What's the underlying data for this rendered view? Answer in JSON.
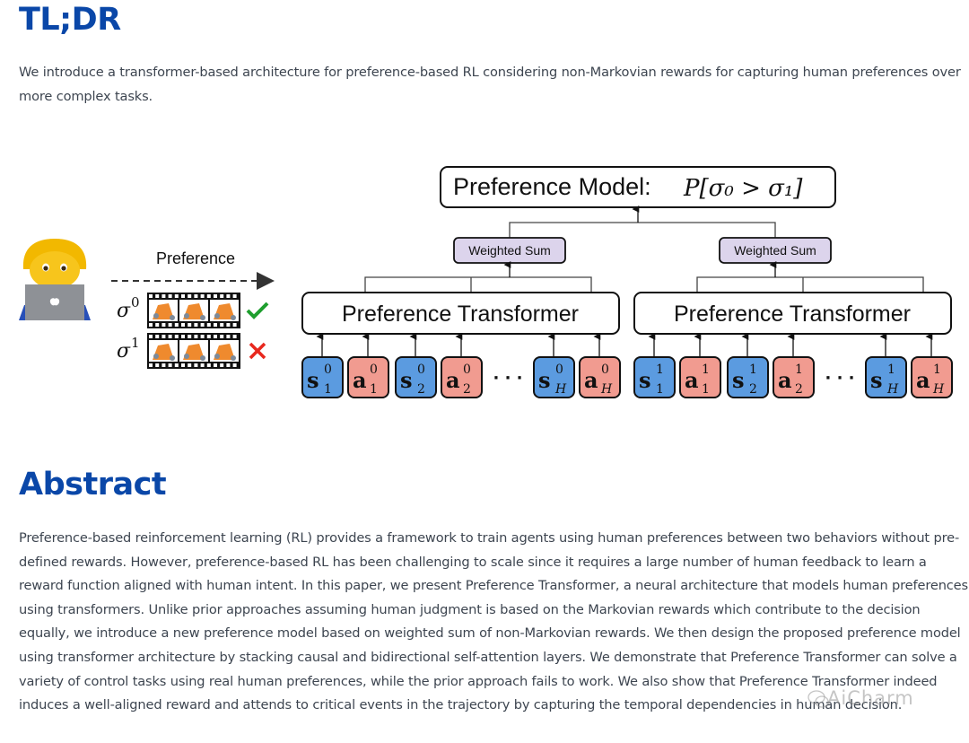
{
  "tldr": {
    "title": "TL;DR",
    "text": "We introduce a transformer-based architecture for preference-based RL considering non-Markovian rewards for capturing human preferences over more complex tasks."
  },
  "figure": {
    "human_icon": "woman-technologist-icon",
    "preference_label": "Preference",
    "trajectories": [
      {
        "label": "σ",
        "sup": "0",
        "verdict": "preferred",
        "verdict_icon": "check-icon",
        "verdict_color": "#1e9e2e"
      },
      {
        "label": "σ",
        "sup": "1",
        "verdict": "rejected",
        "verdict_icon": "cross-icon",
        "verdict_color": "#e8281e"
      }
    ],
    "preference_model": {
      "text": "Preference Model:",
      "formula": "P[σ₀ > σ₁]"
    },
    "weighted_sum_label": "Weighted Sum",
    "transformer_label": "Preference Transformer",
    "state_color": "#5b9be0",
    "action_color": "#f19b90",
    "weighted_sum_color": "#dcd4ec",
    "token_groups": [
      {
        "index": "0",
        "tokens": [
          {
            "type": "s",
            "sub": "1"
          },
          {
            "type": "a",
            "sub": "1"
          },
          {
            "type": "s",
            "sub": "2"
          },
          {
            "type": "a",
            "sub": "2"
          },
          {
            "type": "s",
            "sub": "H"
          },
          {
            "type": "a",
            "sub": "H"
          }
        ]
      },
      {
        "index": "1",
        "tokens": [
          {
            "type": "s",
            "sub": "1"
          },
          {
            "type": "a",
            "sub": "1"
          },
          {
            "type": "s",
            "sub": "2"
          },
          {
            "type": "a",
            "sub": "2"
          },
          {
            "type": "s",
            "sub": "H"
          },
          {
            "type": "a",
            "sub": "H"
          }
        ]
      }
    ],
    "ellipsis": "· · ·"
  },
  "abstract": {
    "title": "Abstract",
    "text": "Preference-based reinforcement learning (RL) provides a framework to train agents using human preferences between two behaviors without pre-defined rewards. However, preference-based RL has been challenging to scale since it requires a large number of human feedback to learn a reward function aligned with human intent. In this paper, we present Preference Transformer, a neural architecture that models human preferences using transformers. Unlike prior approaches assuming human judgment is based on the Markovian rewards which contribute to the decision equally, we introduce a new preference model based on weighted sum of non-Markovian rewards. We then design the proposed preference model using transformer architecture by stacking causal and bidirectional self-attention layers. We demonstrate that Preference Transformer can solve a variety of control tasks using real human preferences, while the prior approach fails to work.  We also show that Preference Transformer indeed induces a well-aligned reward and attends to critical events in the trajectory by capturing the temporal dependencies in human decision."
  },
  "watermark": {
    "text": "AiCharm"
  }
}
